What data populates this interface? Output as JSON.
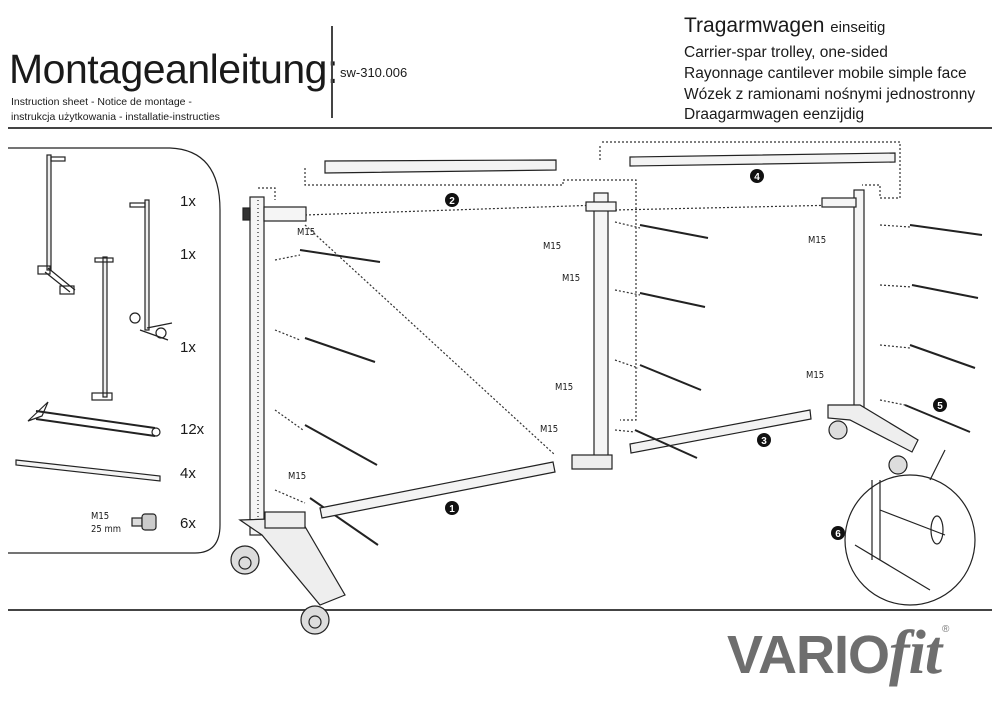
{
  "header": {
    "title": "Montageanleitung:",
    "code": "sw-310.006",
    "subtitle_1": "Instruction sheet - Notice de montage  -",
    "subtitle_2": "instrukcja użytkowania - installatie-instructies",
    "product_de": "Tragarmwagen",
    "product_de_suffix": "einseitig",
    "product_en": "Carrier-spar trolley, one-sided",
    "product_fr": "Rayonnage cantilever mobile simple face",
    "product_pl": "Wózek z ramionami nośnymi jednostronny",
    "product_nl": "Draagarmwagen eenzijdig"
  },
  "parts": [
    {
      "qty": "1x",
      "name": "upright-with-feet"
    },
    {
      "qty": "1x",
      "name": "upright-with-castors"
    },
    {
      "qty": "1x",
      "name": "middle-upright"
    },
    {
      "qty": "12x",
      "name": "carrier-arm"
    },
    {
      "qty": "4x",
      "name": "spar"
    },
    {
      "qty": "6x",
      "name": "screw",
      "label_1": "M15",
      "label_2": "25 mm"
    }
  ],
  "screw_label": "M15",
  "steps": [
    "1",
    "2",
    "3",
    "4",
    "5",
    "6"
  ],
  "logo": {
    "brand_a": "VARIO",
    "brand_b": "fit",
    "reg": "®",
    "gray": "#6e6e6e"
  }
}
